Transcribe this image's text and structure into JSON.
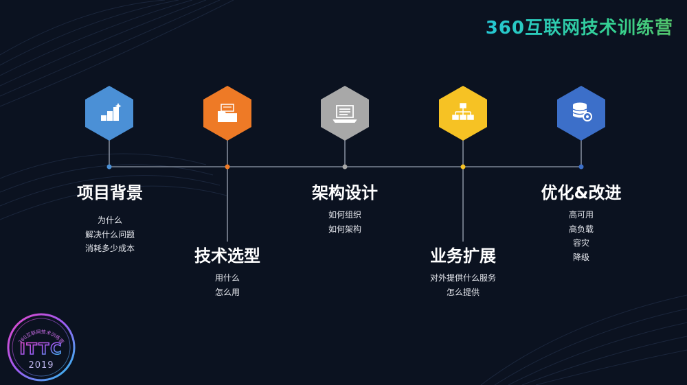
{
  "brand": {
    "name": "360互联网技术训练营"
  },
  "badge": {
    "ring_text": "360互联网技术训练营",
    "acronym": "ITTC",
    "year": "2019"
  },
  "steps": [
    {
      "title": "项目背景",
      "icon": "bars-sparkle-icon",
      "color": "#4b90d6",
      "items": [
        "为什么",
        "解决什么问题",
        "消耗多少成本"
      ]
    },
    {
      "title": "技术选型",
      "icon": "folder-icon",
      "color": "#ee7a26",
      "items": [
        "用什么",
        "怎么用"
      ]
    },
    {
      "title": "架构设计",
      "icon": "laptop-icon",
      "color": "#a8a8a8",
      "items": [
        "如何组织",
        "如何架构"
      ]
    },
    {
      "title": "业务扩展",
      "icon": "org-chart-icon",
      "color": "#f6c224",
      "items": [
        "对外提供什么服务",
        "怎么提供"
      ]
    },
    {
      "title": "优化&改进",
      "icon": "database-gear-icon",
      "color": "#3c6fc9",
      "items": [
        "高可用",
        "高负载",
        "容灾",
        "降级"
      ]
    }
  ]
}
